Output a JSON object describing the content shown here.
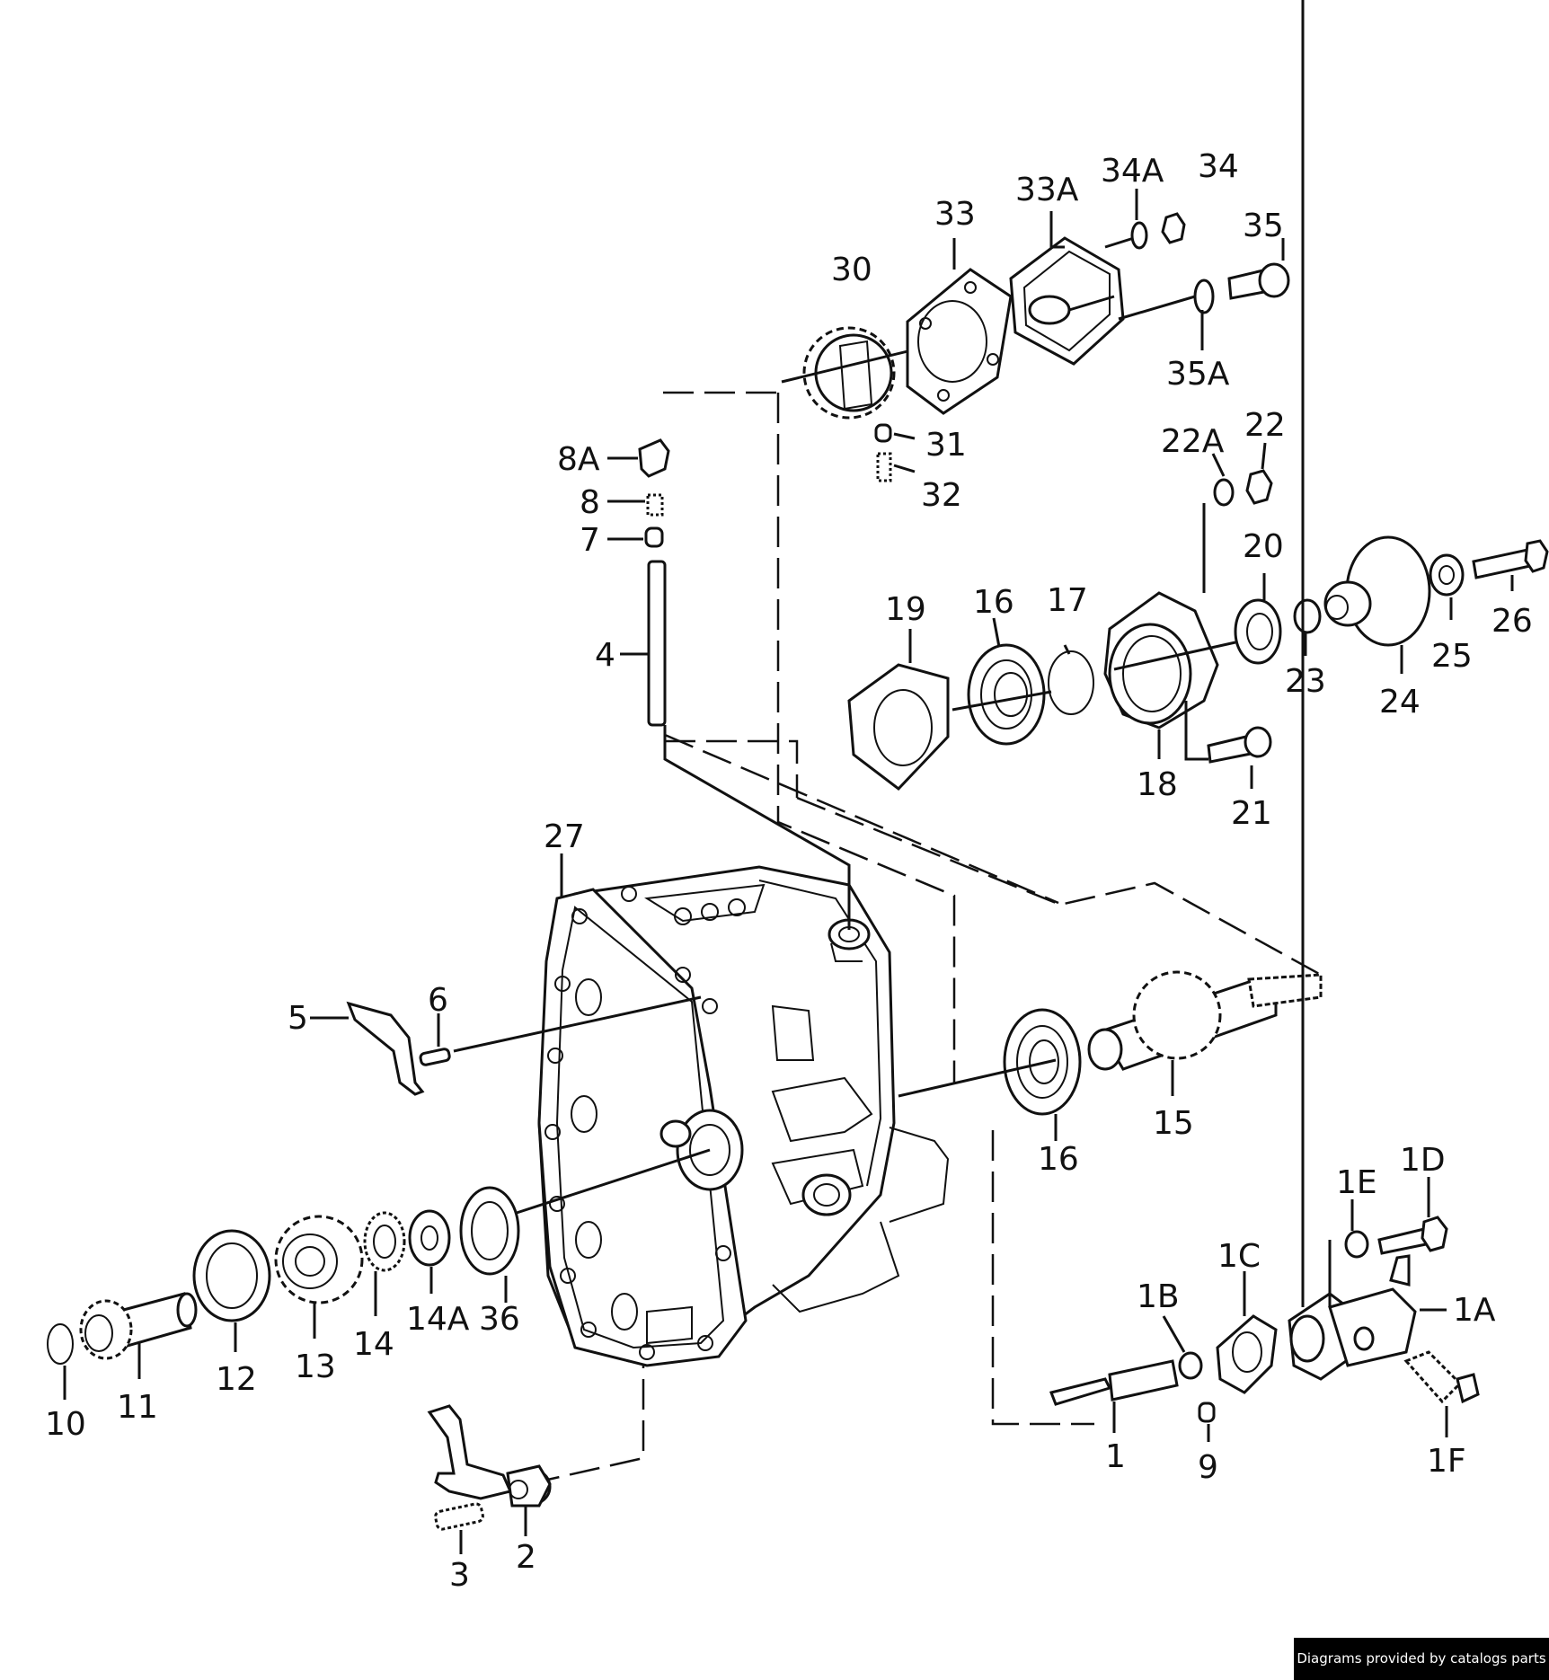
{
  "credit": "Diagrams provided by catalogs parts",
  "labels": {
    "p1": "1",
    "p1A": "1A",
    "p1B": "1B",
    "p1C": "1C",
    "p1D": "1D",
    "p1E": "1E",
    "p1F": "1F",
    "p2": "2",
    "p3": "3",
    "p4": "4",
    "p5": "5",
    "p6": "6",
    "p7": "7",
    "p8": "8",
    "p8A": "8A",
    "p9": "9",
    "p10": "10",
    "p11": "11",
    "p12": "12",
    "p13": "13",
    "p14": "14",
    "p14A": "14A",
    "p15": "15",
    "p16a": "16",
    "p16b": "16",
    "p17": "17",
    "p18": "18",
    "p19": "19",
    "p20": "20",
    "p21": "21",
    "p22": "22",
    "p22A": "22A",
    "p23": "23",
    "p24": "24",
    "p25": "25",
    "p26": "26",
    "p27": "27",
    "p30": "30",
    "p31": "31",
    "p32": "32",
    "p33": "33",
    "p33A": "33A",
    "p34": "34",
    "p34A": "34A",
    "p35": "35",
    "p35A": "35A",
    "p36": "36"
  }
}
